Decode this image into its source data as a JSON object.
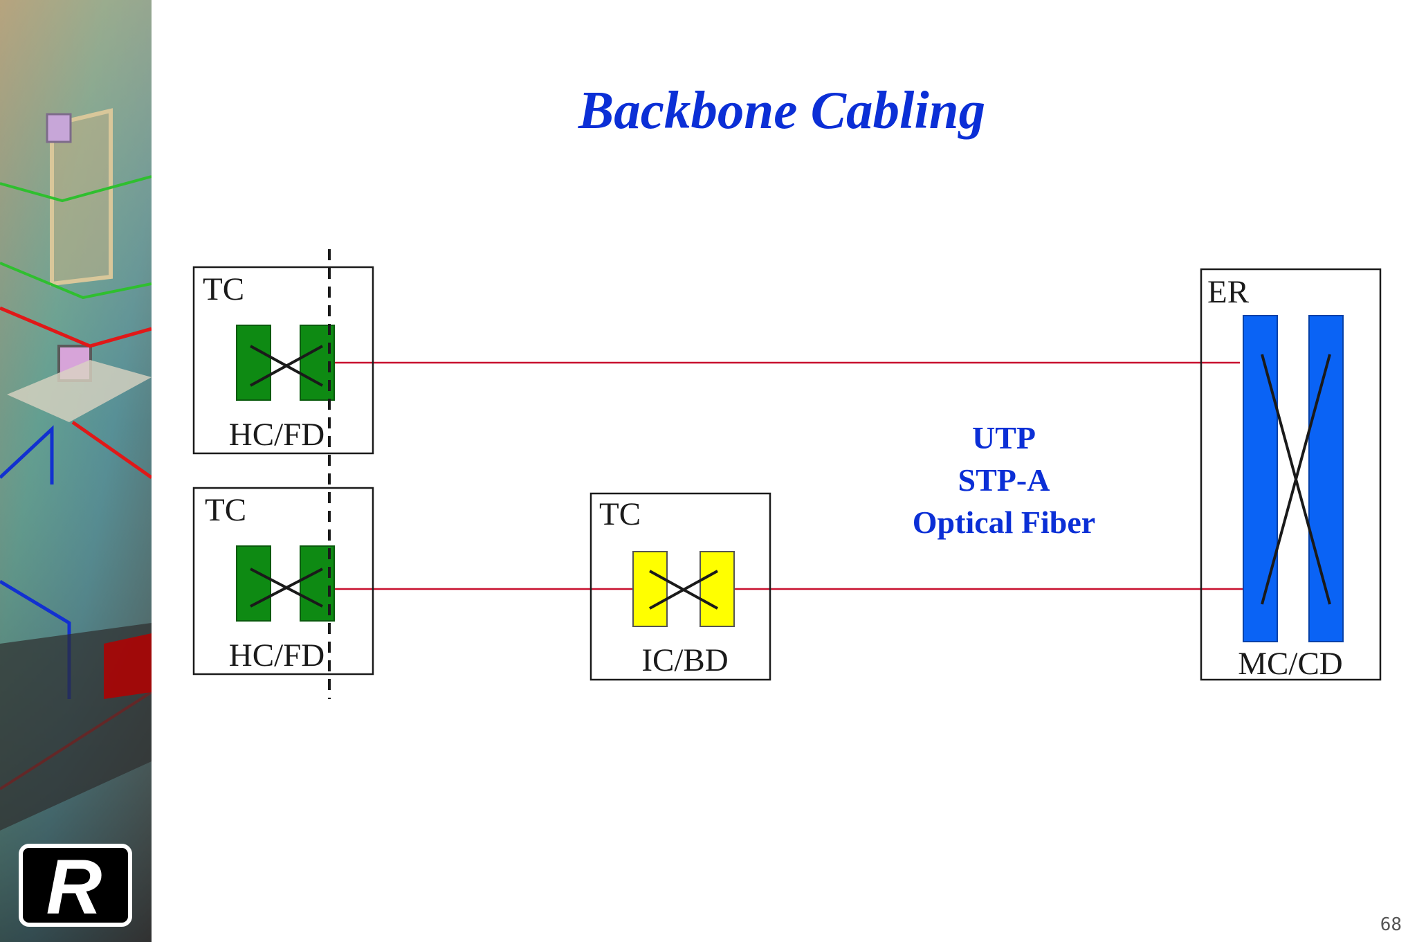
{
  "slide": {
    "title": "Backbone Cabling",
    "page_number": "68"
  },
  "logo": {
    "text": "R"
  },
  "diagram": {
    "boxes": [
      {
        "id": "tc-top",
        "room_label": "TC",
        "device_label": "HC/FD"
      },
      {
        "id": "tc-bottom",
        "room_label": "TC",
        "device_label": "HC/FD"
      },
      {
        "id": "tc-middle",
        "room_label": "TC",
        "device_label": "IC/BD"
      },
      {
        "id": "er",
        "room_label": "ER",
        "device_label": "MC/CD"
      }
    ],
    "media": [
      "UTP",
      "STP-A",
      "Optical Fiber"
    ],
    "colors": {
      "floor_distributor": "#0e8a13",
      "building_distributor": "#ffff00",
      "campus_distributor": "#0a63f5",
      "cable": "#c8102e",
      "title": "#0b2fd6"
    }
  }
}
